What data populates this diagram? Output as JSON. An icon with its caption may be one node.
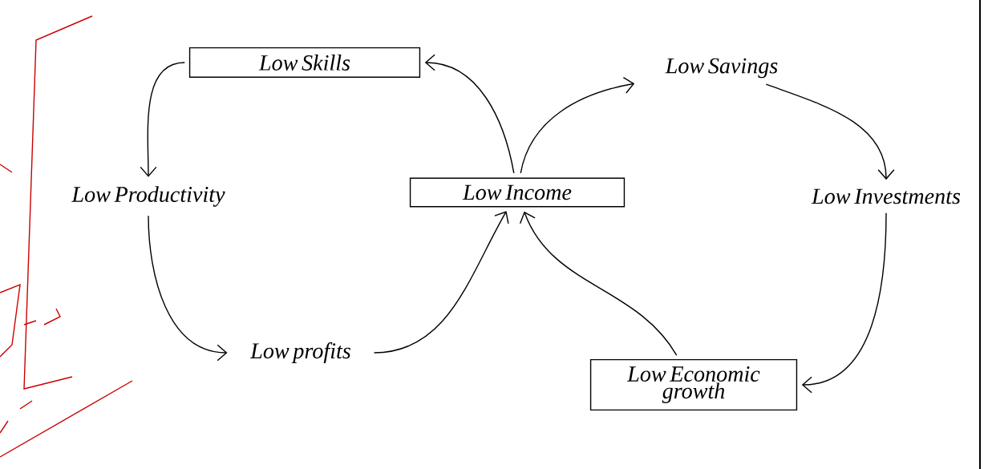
{
  "diagram": {
    "nodes": [
      {
        "text": [
          "Low Skills"
        ]
      },
      {
        "text": [
          "Low Productivity"
        ]
      },
      {
        "text": [
          "Low Income"
        ]
      },
      {
        "text": [
          "Low Savings"
        ]
      },
      {
        "text": [
          "Low Investments"
        ]
      },
      {
        "text": [
          "Low Economic growth"
        ]
      },
      {
        "text": [
          "Low profits"
        ]
      }
    ],
    "edges": [
      {
        "from": 0,
        "to": 1,
        "arrow": "to"
      },
      {
        "from": 1,
        "to": 6,
        "arrow": "to"
      },
      {
        "from": 6,
        "to": 2,
        "arrow": "to"
      },
      {
        "from": 2,
        "to": 0,
        "arrow": "to"
      },
      {
        "from": 2,
        "to": 3,
        "arrow": "to"
      },
      {
        "from": 3,
        "to": 4,
        "arrow": "to"
      },
      {
        "from": 4,
        "to": 5,
        "arrow": "to"
      },
      {
        "from": 5,
        "to": 2,
        "arrow": "to"
      }
    ]
  }
}
